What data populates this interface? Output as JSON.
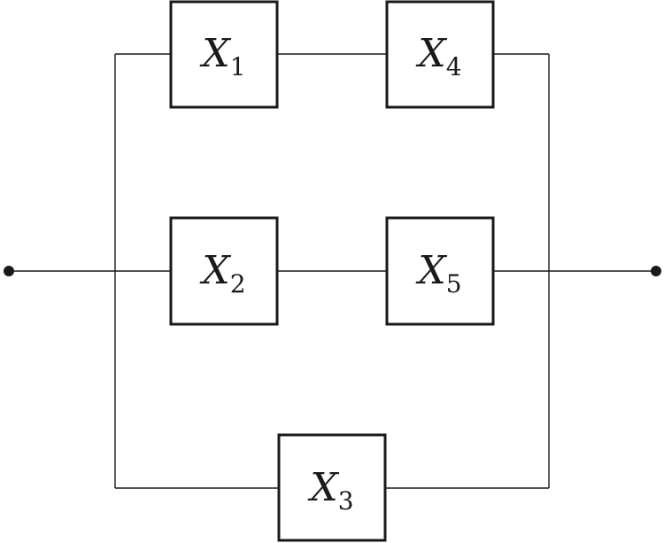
{
  "components": [
    {
      "id": "X1",
      "symbol": "X",
      "subscript": "1"
    },
    {
      "id": "X2",
      "symbol": "X",
      "subscript": "2"
    },
    {
      "id": "X3",
      "symbol": "X",
      "subscript": "3"
    },
    {
      "id": "X4",
      "symbol": "X",
      "subscript": "4"
    },
    {
      "id": "X5",
      "symbol": "X",
      "subscript": "5"
    }
  ],
  "branches": [
    [
      "X1",
      "X4"
    ],
    [
      "X2",
      "X5"
    ],
    [
      "X3"
    ]
  ],
  "terminals": [
    "input",
    "output"
  ],
  "colors": {
    "line": "#1a1a1a",
    "background": "#ffffff"
  }
}
